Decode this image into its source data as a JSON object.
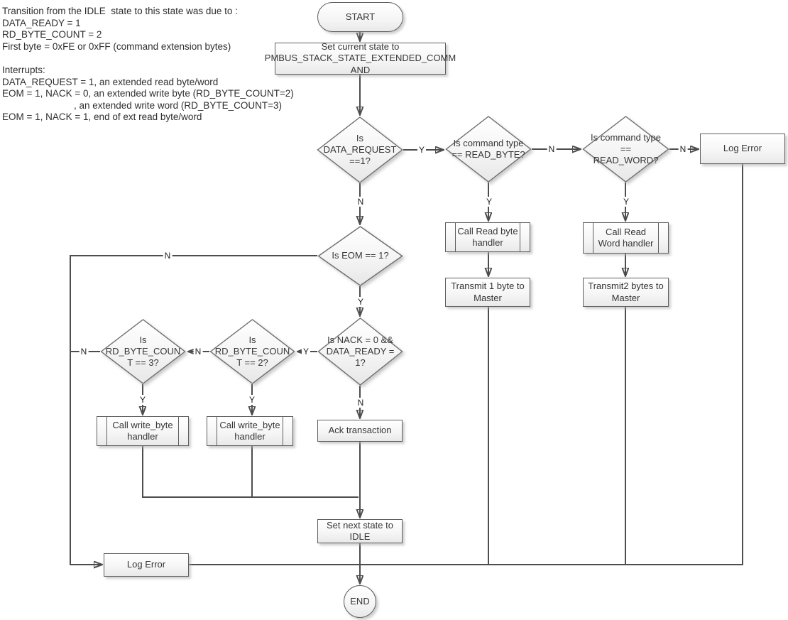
{
  "annotation": {
    "lines": [
      "Transition from the IDLE  state to this state was due to :",
      "DATA_READY = 1",
      "RD_BYTE_COUNT = 2",
      "First byte = 0xFE or 0xFF (command extension bytes)",
      "",
      "Interrupts:",
      "DATA_REQUEST = 1, an extended read byte/word",
      "EOM = 1, NACK = 0, an extended write byte (RD_BYTE_COUNT=2)",
      ", an extended write word (RD_BYTE_COUNT=3)",
      "EOM = 1, NACK = 1, end of ext read byte/word"
    ]
  },
  "nodes": {
    "start": "START",
    "set_current_state": "Set current state to\nPMBUS_STACK_STATE_EXTENDED_COMM\nAND",
    "is_data_request": "Is\nDATA_REQUEST\n==1?",
    "is_read_byte": "Is command type\n== READ_BYTE?",
    "is_read_word": "Is command type\n==\nREAD_WORD?",
    "log_error_top": "Log Error",
    "call_read_byte": "Call Read byte\nhandler",
    "call_read_word": "Call Read\nWord handler",
    "transmit_1_byte": "Transmit 1 byte to\nMaster",
    "transmit_2_bytes": "Transmit2 bytes to\nMaster",
    "is_eom": "Is EOM == 1?",
    "is_nack_ready": "Is NACK = 0 &&\nDATA_READY =\n1?",
    "is_count_2": "Is\nRD_BYTE_COUN\nT == 2?",
    "is_count_3": "Is\nRD_BYTE_COUN\nT == 3?",
    "call_write_byte_1": "Call write_byte\nhandler",
    "call_write_byte_2": "Call write_byte\nhandler",
    "ack_transaction": "Ack transaction",
    "set_next_state": "Set next state to\nIDLE",
    "log_error_bottom": "Log Error",
    "end": "END"
  },
  "edge_labels": {
    "data_request_yes": "Y",
    "read_byte_no": "N",
    "read_word_no": "N",
    "data_request_no": "N",
    "read_byte_yes": "Y",
    "read_word_yes": "Y",
    "eom_no": "N",
    "eom_yes": "Y",
    "nack_yes": "Y",
    "count2_no": "N",
    "count3_no": "N",
    "nack_no": "N",
    "count3_yes": "Y",
    "count2_yes": "Y"
  },
  "colors": {
    "line": "#4d4d4d",
    "node_border": "#5f5f5f",
    "node_fill_bottom": "#e9e9e9",
    "text": "#363636"
  }
}
